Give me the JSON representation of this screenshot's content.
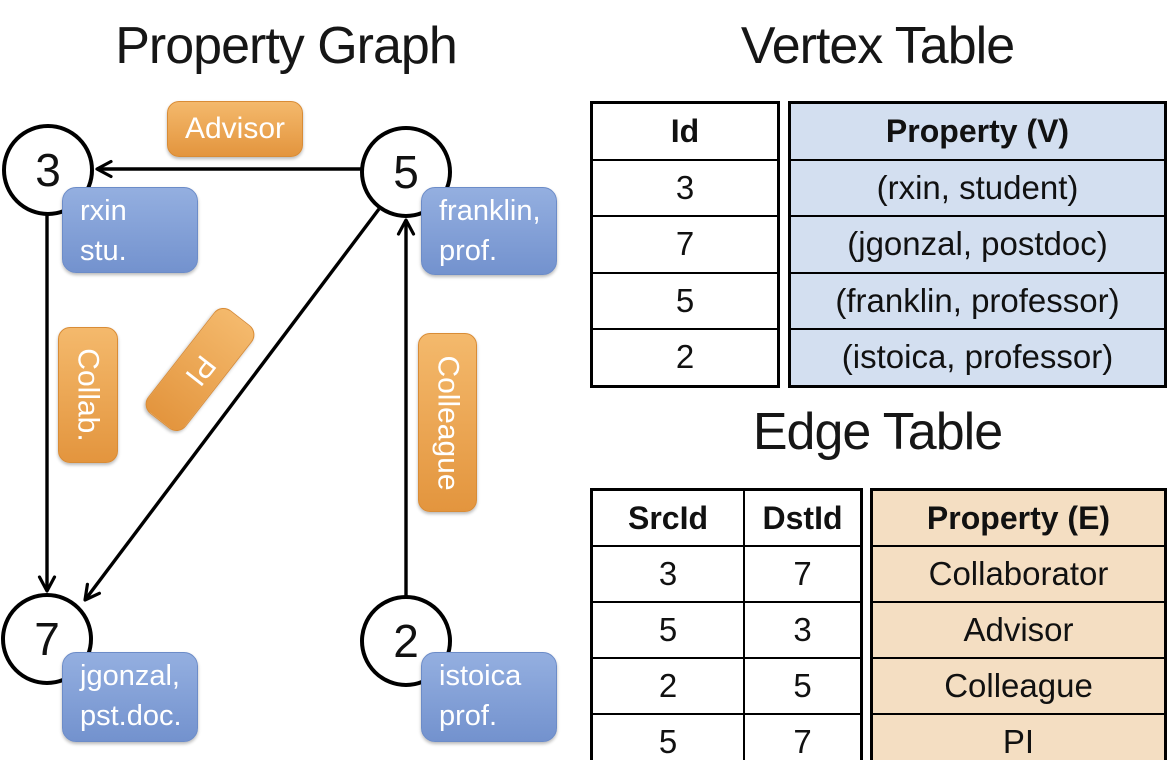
{
  "graph": {
    "title": "Property Graph",
    "nodes": [
      {
        "id": "3"
      },
      {
        "id": "5"
      },
      {
        "id": "7"
      },
      {
        "id": "2"
      }
    ],
    "prop_boxes": [
      {
        "line1": "rxin",
        "line2": "stu."
      },
      {
        "line1": "franklin,",
        "line2": "prof."
      },
      {
        "line1": "jgonzal,",
        "line2": "pst.doc."
      },
      {
        "line1": "istoica",
        "line2": "prof."
      }
    ],
    "edge_labels": [
      {
        "text": "Advisor"
      },
      {
        "text": "Collab."
      },
      {
        "text": "PI"
      },
      {
        "text": "Colleague"
      }
    ]
  },
  "vertex_table": {
    "title": "Vertex Table",
    "headers": {
      "id": "Id",
      "property": "Property (V)"
    },
    "rows": [
      {
        "id": "3",
        "property": "(rxin, student)"
      },
      {
        "id": "7",
        "property": "(jgonzal, postdoc)"
      },
      {
        "id": "5",
        "property": "(franklin, professor)"
      },
      {
        "id": "2",
        "property": "(istoica, professor)"
      }
    ]
  },
  "edge_table": {
    "title": "Edge Table",
    "headers": {
      "src": "SrcId",
      "dst": "DstId",
      "property": "Property (E)"
    },
    "rows": [
      {
        "src": "3",
        "dst": "7",
        "property": "Collaborator"
      },
      {
        "src": "5",
        "dst": "3",
        "property": "Advisor"
      },
      {
        "src": "2",
        "dst": "5",
        "property": "Colleague"
      },
      {
        "src": "5",
        "dst": "7",
        "property": "PI"
      }
    ]
  },
  "colors": {
    "edge_label_fill_top": "#F4B96C",
    "edge_label_fill_bottom": "#E3953E",
    "vertex_box_fill_top": "#94AFE0",
    "vertex_box_fill_bottom": "#7392CE",
    "vertex_table_fill": "#D3DFF0",
    "edge_table_fill": "#F4DEC2",
    "line_color": "#000000"
  }
}
